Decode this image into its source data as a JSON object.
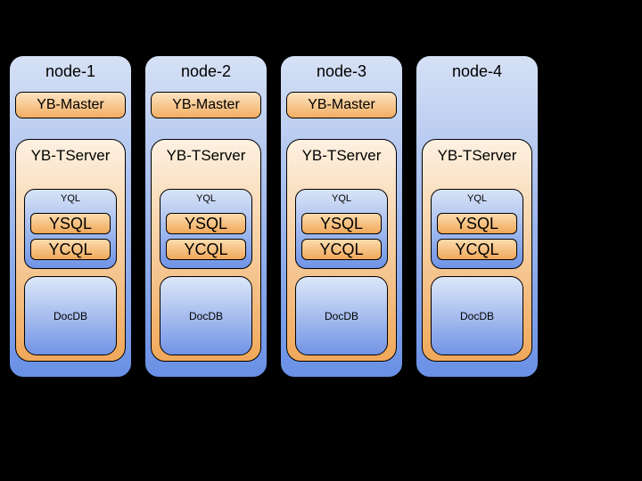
{
  "colors": {
    "border": "#000000",
    "background": "#000000",
    "node_top": "#d6e1f5",
    "node_bottom": "#6990e6",
    "master_top": "#fce4c2",
    "master_bottom": "#f3ad62",
    "tserver_top": "#fdf1e1",
    "tserver_bottom": "#f0a85a",
    "yql_top": "#d8e3f6",
    "yql_bottom": "#6f93e6",
    "api_top": "#fcdcae",
    "api_bottom": "#f0a85a",
    "docdb_top": "#dde7f8",
    "docdb_bottom": "#7294e5"
  },
  "nodes": [
    {
      "title": "node-1",
      "master": "YB-Master",
      "tserver": {
        "label": "YB-TServer",
        "yql": {
          "label": "YQL",
          "apis": [
            "YSQL",
            "YCQL"
          ]
        },
        "docdb": "DocDB"
      }
    },
    {
      "title": "node-2",
      "master": "YB-Master",
      "tserver": {
        "label": "YB-TServer",
        "yql": {
          "label": "YQL",
          "apis": [
            "YSQL",
            "YCQL"
          ]
        },
        "docdb": "DocDB"
      }
    },
    {
      "title": "node-3",
      "master": "YB-Master",
      "tserver": {
        "label": "YB-TServer",
        "yql": {
          "label": "YQL",
          "apis": [
            "YSQL",
            "YCQL"
          ]
        },
        "docdb": "DocDB"
      }
    },
    {
      "title": "node-4",
      "tserver": {
        "label": "YB-TServer",
        "yql": {
          "label": "YQL",
          "apis": [
            "YSQL",
            "YCQL"
          ]
        },
        "docdb": "DocDB"
      }
    }
  ]
}
